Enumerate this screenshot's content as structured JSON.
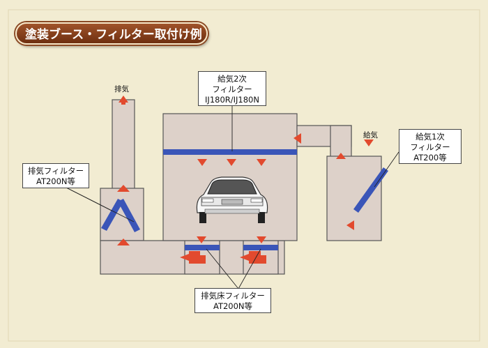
{
  "title": "塗装ブース・フィルター取付け例",
  "labels": {
    "exhaust_top": "排気",
    "supply_top": "給気",
    "secondary_supply_filter": {
      "line1": "給気2次",
      "line2": "フィルター",
      "line3": "IJ180R/IJ180N"
    },
    "primary_supply_filter": {
      "line1": "給気1次",
      "line2": "フィルター",
      "line3": "AT200等"
    },
    "exhaust_filter": {
      "line1": "排気フィルター",
      "line2": "AT200N等"
    },
    "floor_exhaust_filter": {
      "line1": "排気床フィルター",
      "line2": "AT200N等"
    }
  },
  "colors": {
    "background": "#f2ecd2",
    "duct_fill": "#ddd1c9",
    "filter_blue": "#3a55b8",
    "airflow_arrow": "#e24a2e",
    "title_bar": "#8b4a25"
  }
}
